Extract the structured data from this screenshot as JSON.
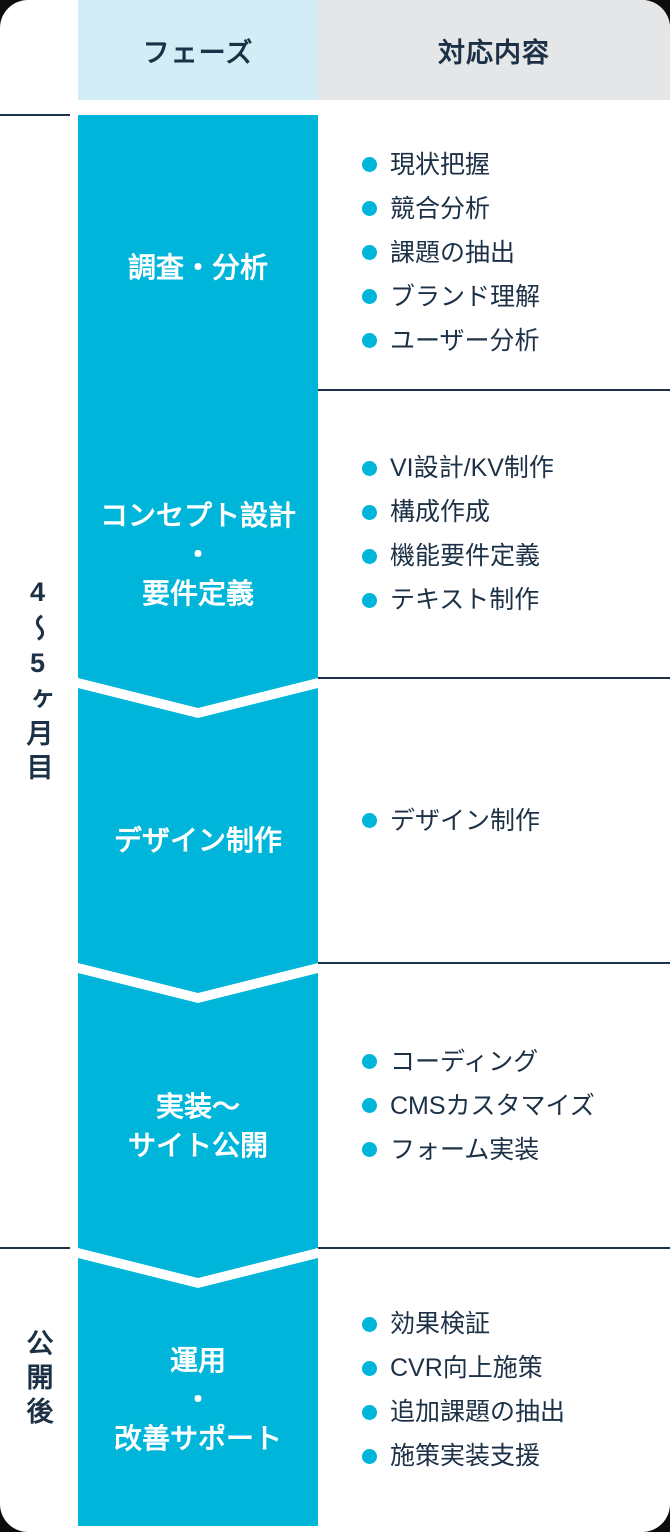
{
  "header": {
    "phase_label": "フェーズ",
    "content_label": "対応内容"
  },
  "timeline": {
    "period_months": "4〜5ヶ月目",
    "period_after_launch": "公開後"
  },
  "colors": {
    "accent": "#00b5da",
    "dark": "#1d3146",
    "phase_header_bg": "#d2edf5",
    "content_header_bg": "#e4e6e8"
  },
  "rows": [
    {
      "phase": [
        "調査・分析"
      ],
      "items": [
        "現状把握",
        "競合分析",
        "課題の抽出",
        "ブランド理解",
        "ユーザー分析"
      ]
    },
    {
      "phase": [
        "コンセプト設計",
        "・",
        "要件定義"
      ],
      "items": [
        "VI設計/KV制作",
        "構成作成",
        "機能要件定義",
        "テキスト制作"
      ]
    },
    {
      "phase": [
        "デザイン制作"
      ],
      "items": [
        "デザイン制作"
      ]
    },
    {
      "phase": [
        "実装〜",
        "サイト公開"
      ],
      "items": [
        "コーディング",
        "CMSカスタマイズ",
        "フォーム実装"
      ]
    },
    {
      "phase": [
        "運用",
        "・",
        "改善サポート"
      ],
      "items": [
        "効果検証",
        "CVR向上施策",
        "追加課題の抽出",
        "施策実装支援"
      ]
    }
  ]
}
